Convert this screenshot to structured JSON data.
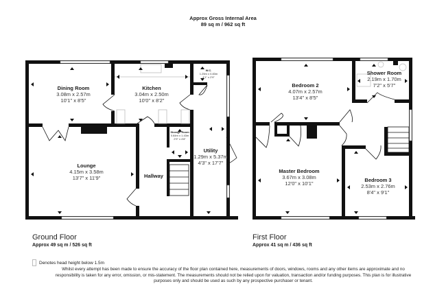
{
  "header": {
    "title": "Approx Gross Internal Area",
    "area": "89 sq m / 962 sq ft"
  },
  "floors": [
    {
      "name": "Ground Floor",
      "area": "Approx 49 sq m / 526 sq ft",
      "rooms": [
        {
          "name": "Dining Room",
          "metric": "3.08m x 2.57m",
          "imperial": "10'1\" x 8'5\""
        },
        {
          "name": "Kitchen",
          "metric": "3.04m x 2.50m",
          "imperial": "10'0\" x 8'2\""
        },
        {
          "name": "W.C.",
          "metric": "1.25m x 0.83m",
          "imperial": "4'1\" x 2'9\""
        },
        {
          "name": "Storage Room",
          "metric": "0.84m x 1.43m",
          "imperial": "2'9\" x 4'8\""
        },
        {
          "name": "Utility",
          "metric": "1.29m x 5.37m",
          "imperial": "4'3\" x 17'7\""
        },
        {
          "name": "Lounge",
          "metric": "4.15m x 3.58m",
          "imperial": "13'7\" x 11'9\""
        },
        {
          "name": "Hallway",
          "metric": "",
          "imperial": ""
        }
      ]
    },
    {
      "name": "First Floor",
      "area": "Approx 41 sq m / 436 sq ft",
      "rooms": [
        {
          "name": "Bedroom 2",
          "metric": "4.07m x 2.57m",
          "imperial": "13'4\" x 8'5\""
        },
        {
          "name": "Shower Room",
          "metric": "2.19m x 1.70m",
          "imperial": "7'2\" x 5'7\""
        },
        {
          "name": "Master Bedroom",
          "metric": "3.67m x 3.08m",
          "imperial": "12'0\" x 10'1\""
        },
        {
          "name": "Bedroom 3",
          "metric": "2.53m x 2.76m",
          "imperial": "8'4\" x 9'1\""
        }
      ]
    }
  ],
  "key": {
    "label": "Denotes head height below 1.5m"
  },
  "disclaimer": "Whilst every attempt has been made to ensure the accuracy of the floor plan contained here, measurements of doors, windows, rooms and any other items are approximate and no responsibility is taken for any error, omission, or mis-statement. The measurements should not be relied upon for valuation, transaction and/or funding purposes. This plan is for illustrative purposes only and should be used as such by any prospective purchaser or tenant.",
  "colors": {
    "wall": "#111111",
    "window": "#ffffff",
    "fixture": "#bbbbbb"
  }
}
